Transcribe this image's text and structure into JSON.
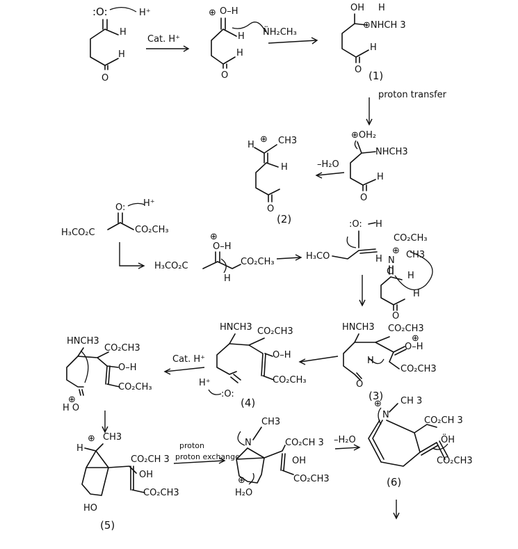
{
  "labels": {
    "row1": {
      "o_lone": ":O:",
      "h_plus": "H⁺",
      "h_a": "H",
      "h_b": "H",
      "o_bottom": "O",
      "cat": "Cat. H⁺",
      "o_plus": "⊕",
      "oh": "O–H",
      "h_c": "H",
      "h_d": "H",
      "o_mid": "O",
      "amine": "N̈H₂CH₃",
      "oh_top": "OH",
      "h_n": "H",
      "nhch3": "⊕NHCH 3",
      "h_e": "H",
      "o_r": "O",
      "num1": "(1)"
    },
    "row2": {
      "proton_transfer": "proton transfer",
      "oh2": "⊕OH₂",
      "nhch3_b": "NHCH3",
      "minus_h2o": "–H₂O",
      "h_f": "H",
      "o_f": "O",
      "h_iminium": "H",
      "n_plus": "⊕",
      "ch3_a": "CH3",
      "h_g": "H",
      "o_g": "O",
      "num2": "(2)"
    },
    "row3": {
      "o_top": "O:",
      "h_plus2": "H⁺",
      "h3co2c": "H₃CO₂C",
      "co2ch3_a": "CO₂CH₃",
      "o_plus2": "⊕",
      "oh_b": "O–H",
      "h3co2c_b": "H₃CO₂C",
      "co2ch3_b": "CO₂CH₃",
      "h_h": "H",
      "h3co_left": "H₃CO",
      "o_enol": ":O:",
      "h_i": "H",
      "co2ch3_c": "CO₂CH₃",
      "h_j": "H",
      "n_plus3": "⊕",
      "ch3_b": "CH3",
      "n_c": "N",
      "c_c": "C",
      "h_k": "H",
      "h_l": "H",
      "o_h": "O"
    },
    "row4": {
      "hnch3_a": "HNCH3",
      "co2ch3_d": "CO₂CH3",
      "oh_c": "O–H",
      "co2ch3_e": "CO₂CH₃",
      "o_plus4": "⊕",
      "h2o_a": "H O",
      "cat2": "Cat. H⁺",
      "hnch3_b": "HNCH3",
      "co2ch3_f": "CO₂CH3",
      "oh_d": "O–H",
      "co2ch3_g": "CO₂CH₃",
      "h_plus4": "H⁺",
      "o_lone4": ":O:",
      "num4": "(4)",
      "hnch3_c": "HNCH3",
      "co2ch3_h": "CO₂CH3",
      "o_h4": "O–H",
      "co2ch3_i": "CO₂CH3",
      "h_m": "H",
      "o_n": "O",
      "num3": "(3)"
    },
    "row5": {
      "h_n5": "H",
      "n_plus5": "⊕",
      "ch3_c": "CH3",
      "co2ch3_j": "CO₂CH 3",
      "oh_e": "OH",
      "co2ch3_k": "CO₂CH3",
      "ho": "HO",
      "num5": "(5)",
      "proton_exchange": "proton exchange",
      "n_lone": "N",
      "ch3_d": "CH3",
      "co2ch3_l": "CO₂CH 3",
      "oh_f": "OH",
      "co2ch3_m": "CO₂CH3",
      "o_plus5": "⊕",
      "h2o_b": "H₂O",
      "minus_h2o_b": "–H₂O",
      "n_plus6": "⊕",
      "n6": "N",
      "ch3_e": "CH 3",
      "co2ch3_n": "CO₂CH 3",
      "oh_g": "ÖH",
      "co2ch3_o": "CO₂CH3",
      "num6": "(6)"
    }
  }
}
